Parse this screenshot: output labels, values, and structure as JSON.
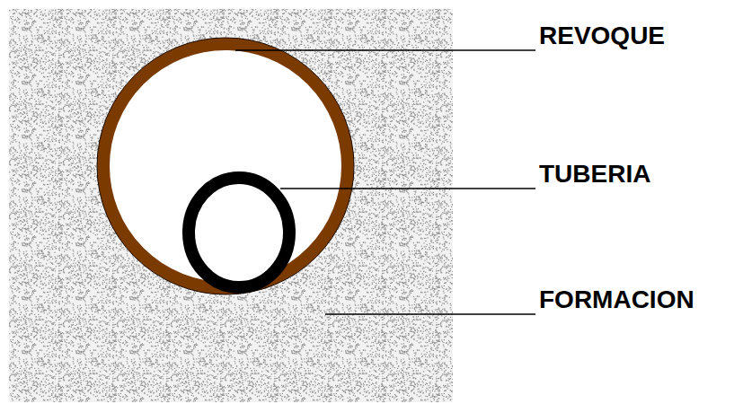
{
  "diagram": {
    "labels": [
      "REVOQUE",
      "TUBERIA",
      "FORMACION"
    ]
  }
}
